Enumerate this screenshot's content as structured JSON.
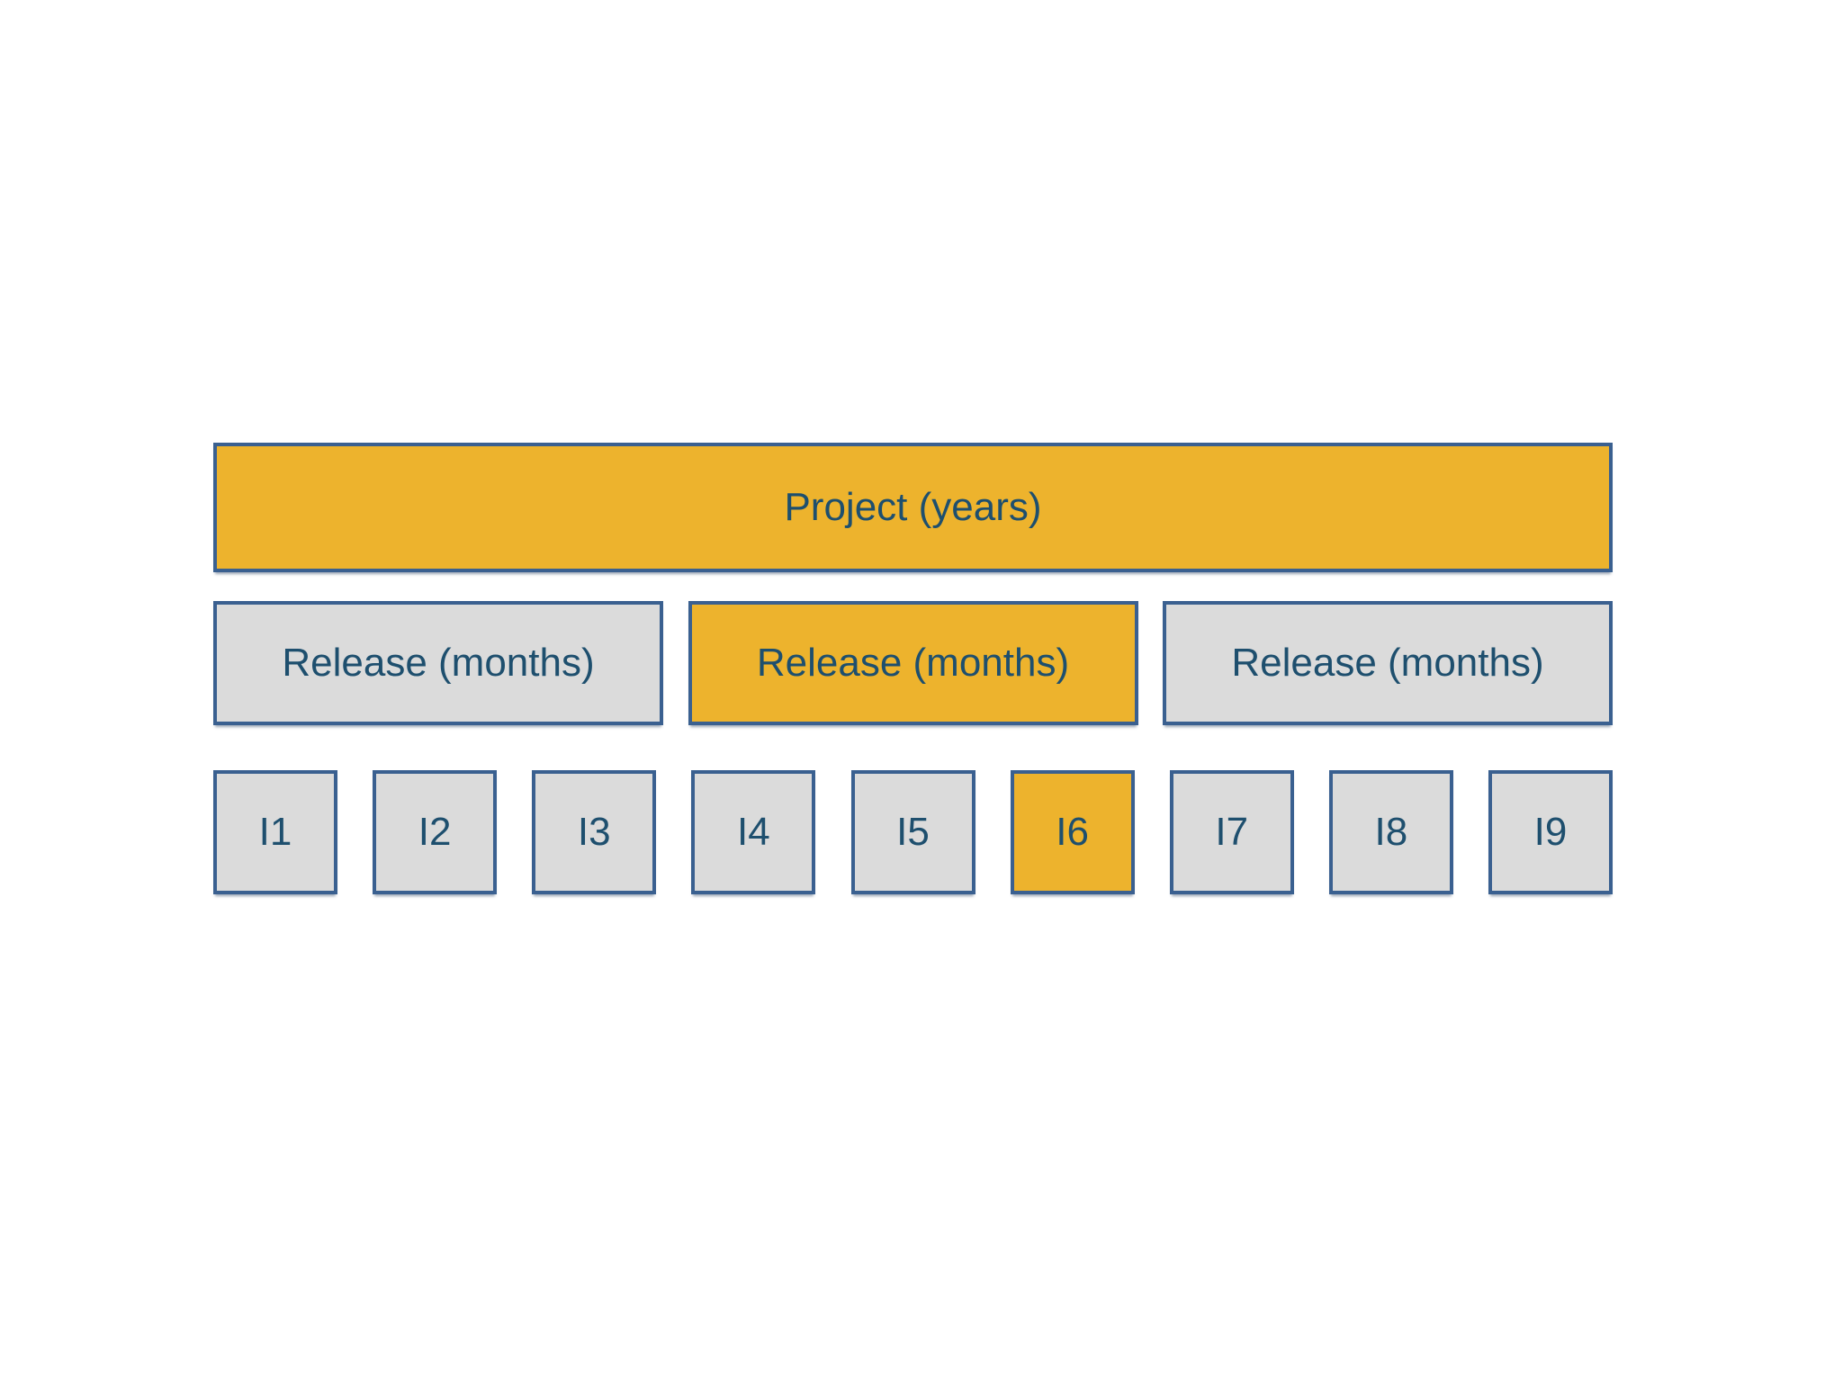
{
  "diagram": {
    "project": {
      "label": "Project (years)",
      "highlighted": true
    },
    "releases": [
      {
        "label": "Release (months)",
        "highlighted": false
      },
      {
        "label": "Release (months)",
        "highlighted": true
      },
      {
        "label": "Release (months)",
        "highlighted": false
      }
    ],
    "iterations": [
      {
        "label": "I1",
        "highlighted": false
      },
      {
        "label": "I2",
        "highlighted": false
      },
      {
        "label": "I3",
        "highlighted": false
      },
      {
        "label": "I4",
        "highlighted": false
      },
      {
        "label": "I5",
        "highlighted": false
      },
      {
        "label": "I6",
        "highlighted": true
      },
      {
        "label": "I7",
        "highlighted": false
      },
      {
        "label": "I8",
        "highlighted": false
      },
      {
        "label": "I9",
        "highlighted": false
      }
    ],
    "colors": {
      "highlight": "#EDB32D",
      "neutral": "#DBDBDB",
      "border": "#3A6090",
      "text": "#1E4F6E",
      "background": "#FFFFFF"
    }
  }
}
